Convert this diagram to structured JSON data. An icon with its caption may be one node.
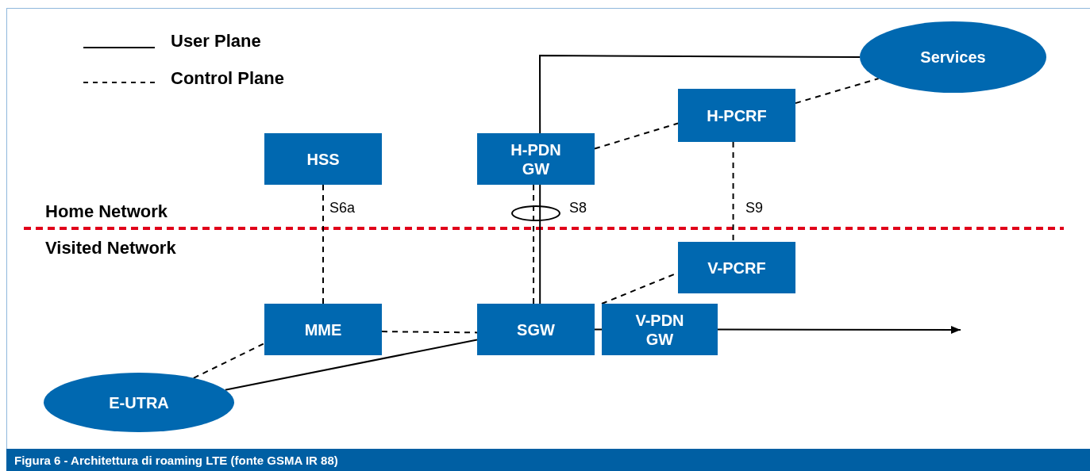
{
  "diagram": {
    "caption": "Figura 6 - Architettura di roaming LTE (fonte GSMA IR 88)",
    "nodes": [
      {
        "text": [
          "Services"
        ]
      },
      {
        "text": [
          "H-PCRF"
        ]
      },
      {
        "text": [
          "HSS"
        ]
      },
      {
        "text": [
          "H-PDN GW"
        ]
      },
      {
        "text": [
          "V-PCRF"
        ]
      },
      {
        "text": [
          "MME"
        ]
      },
      {
        "text": [
          "SGW"
        ]
      },
      {
        "text": [
          "V-PDN GW"
        ]
      },
      {
        "text": [
          "E-UTRA"
        ]
      }
    ],
    "edges": [
      {
        "from": 6,
        "to": 3,
        "arrow": "none",
        "label": "S8"
      },
      {
        "from": 3,
        "to": 0,
        "arrow": "none"
      },
      {
        "from": 6,
        "to": 3,
        "arrow": "none",
        "style": "dashed"
      },
      {
        "from": 3,
        "to": 1,
        "arrow": "none",
        "style": "dashed"
      },
      {
        "from": 1,
        "to": 0,
        "arrow": "none",
        "style": "dashed"
      },
      {
        "from": 2,
        "to": 5,
        "arrow": "none",
        "style": "dashed",
        "label": "S6a"
      },
      {
        "from": 1,
        "to": 4,
        "arrow": "none",
        "style": "dashed",
        "label": "S9"
      },
      {
        "from": 7,
        "to": 4,
        "arrow": "none",
        "style": "dashed"
      },
      {
        "from": 5,
        "to": 6,
        "arrow": "none",
        "style": "dashed"
      },
      {
        "from": 8,
        "to": 5,
        "arrow": "none",
        "style": "dashed"
      },
      {
        "from": 8,
        "to": 6,
        "arrow": "none"
      },
      {
        "from": 6,
        "to": 7,
        "arrow": "none"
      },
      {
        "from": 7,
        "to": null,
        "arrow": "to"
      }
    ],
    "labels": [
      "Home Network",
      "Visited Network"
    ],
    "legend": [
      {
        "text": "User Plane"
      },
      {
        "text": "Control Plane"
      }
    ]
  }
}
